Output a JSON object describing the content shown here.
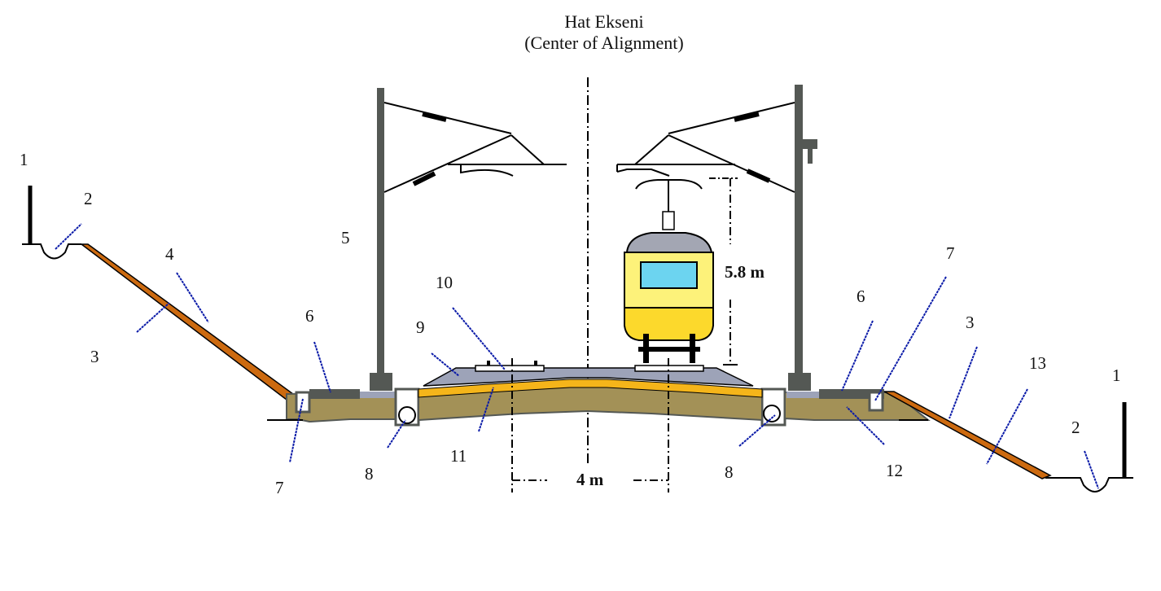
{
  "title": {
    "line1": "Hat Ekseni",
    "line2": "(Center of Alignment)"
  },
  "dimensions": {
    "height": "5.8 m",
    "track_spacing": "4 m"
  },
  "callouts": {
    "left": [
      "1",
      "2",
      "3",
      "4",
      "5",
      "6",
      "7",
      "8",
      "9",
      "10",
      "11"
    ],
    "right": [
      "7",
      "6",
      "3",
      "13",
      "1",
      "2",
      "8",
      "12"
    ]
  },
  "colors": {
    "slope": "#cc6a10",
    "soil": "#a39157",
    "ballast": "#9da3b8",
    "subballast": "#f5b51a",
    "mast": "#545854",
    "leader": "#0a1aa8",
    "train_body": "#fdf27a",
    "train_skirt": "#fcd92c",
    "train_roof": "#a3a6b3",
    "train_window": "#6cd4f0"
  }
}
